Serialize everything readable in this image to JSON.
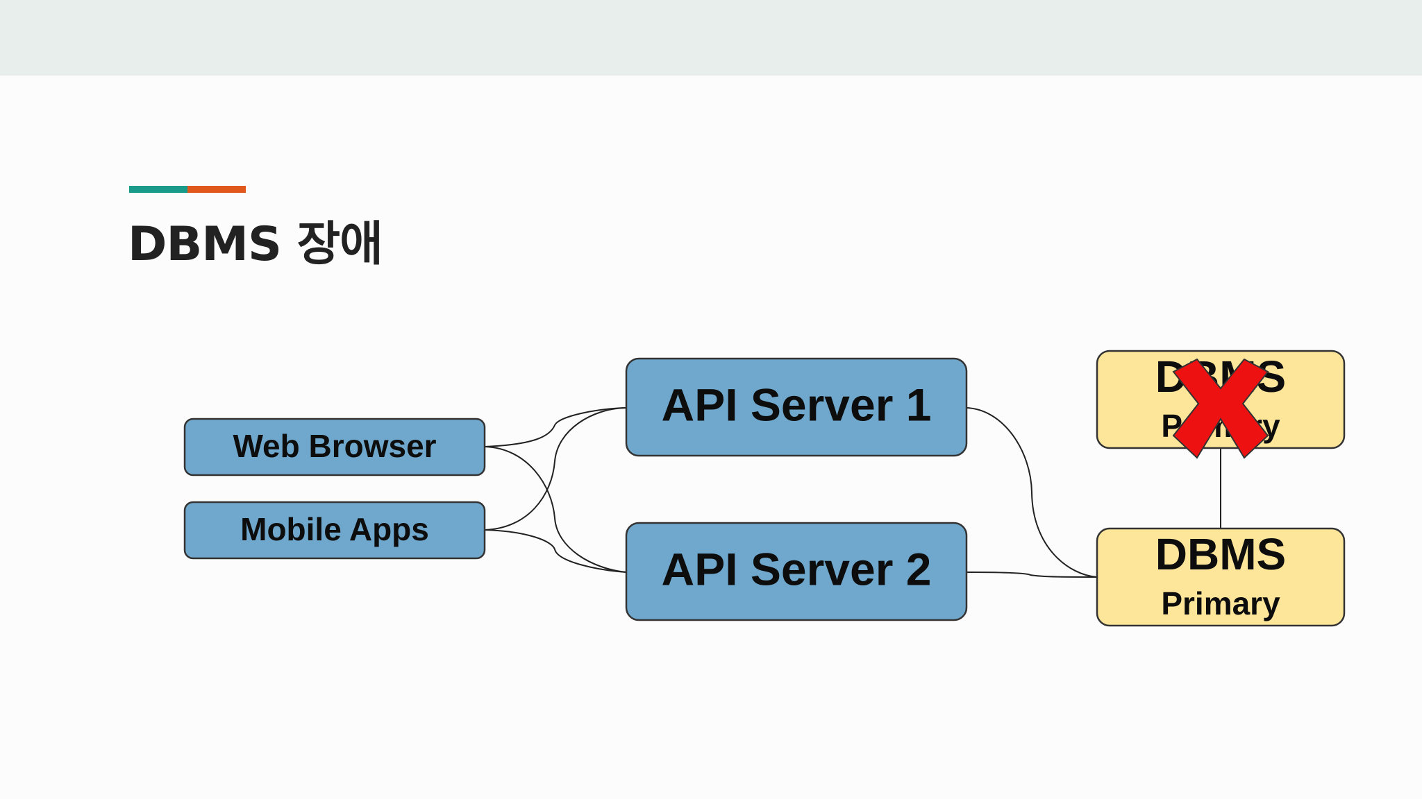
{
  "slide": {
    "title": "DBMS 장애",
    "accent_colors": [
      "#1a9a8a",
      "#e0581c"
    ]
  },
  "diagram": {
    "nodes": {
      "web_browser": {
        "label": "Web Browser"
      },
      "mobile_apps": {
        "label": "Mobile Apps"
      },
      "api_server_1": {
        "label": "API Server 1"
      },
      "api_server_2": {
        "label": "API Server 2"
      },
      "dbms_failed": {
        "label_line1": "DBMS",
        "label_line2": "Primary",
        "status": "failed"
      },
      "dbms_primary": {
        "label_line1": "DBMS",
        "label_line2": "Primary"
      }
    },
    "edges": [
      {
        "from": "web_browser",
        "to": "api_server_1"
      },
      {
        "from": "web_browser",
        "to": "api_server_2"
      },
      {
        "from": "mobile_apps",
        "to": "api_server_1"
      },
      {
        "from": "mobile_apps",
        "to": "api_server_2"
      },
      {
        "from": "api_server_1",
        "to": "dbms_primary"
      },
      {
        "from": "api_server_2",
        "to": "dbms_primary"
      },
      {
        "from": "dbms_failed",
        "to": "dbms_primary"
      }
    ],
    "colors": {
      "client_fill": "#6fa8cc",
      "server_fill": "#6fa8cc",
      "db_fill": "#fde59a",
      "failure_mark": "#ee1111"
    },
    "failure_icon": "red-x-icon"
  }
}
